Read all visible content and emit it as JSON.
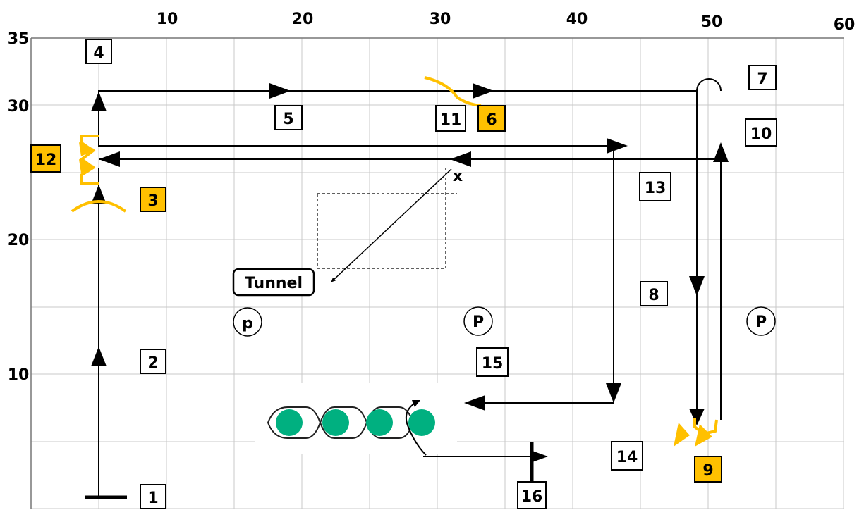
{
  "axes": {
    "x_ticks": [
      "10",
      "20",
      "30",
      "40",
      "50",
      "60"
    ],
    "y_ticks": [
      "35",
      "30",
      "20",
      "10"
    ]
  },
  "markers": [
    {
      "id": "m1",
      "text": "1",
      "highlight": false
    },
    {
      "id": "m2",
      "text": "2",
      "highlight": false
    },
    {
      "id": "m3",
      "text": "3",
      "highlight": true
    },
    {
      "id": "m4",
      "text": "4",
      "highlight": false
    },
    {
      "id": "m5",
      "text": "5",
      "highlight": false
    },
    {
      "id": "m6",
      "text": "6",
      "highlight": true
    },
    {
      "id": "m7",
      "text": "7",
      "highlight": false
    },
    {
      "id": "m8",
      "text": "8",
      "highlight": false
    },
    {
      "id": "m9",
      "text": "9",
      "highlight": true
    },
    {
      "id": "m10",
      "text": "10",
      "highlight": false
    },
    {
      "id": "m11",
      "text": "11",
      "highlight": false
    },
    {
      "id": "m12",
      "text": "12",
      "highlight": true
    },
    {
      "id": "m13",
      "text": "13",
      "highlight": false
    },
    {
      "id": "m14",
      "text": "14",
      "highlight": false
    },
    {
      "id": "m15",
      "text": "15",
      "highlight": false
    },
    {
      "id": "m16",
      "text": "16",
      "highlight": false
    }
  ],
  "tunnel_label": "Tunnel",
  "x_mark": "x",
  "p_markers": [
    "p",
    "P",
    "P"
  ],
  "colors": {
    "highlight": "#FFC000",
    "grid": "#c8c8c8",
    "circle_fill": "#00B080",
    "line": "#000000"
  }
}
